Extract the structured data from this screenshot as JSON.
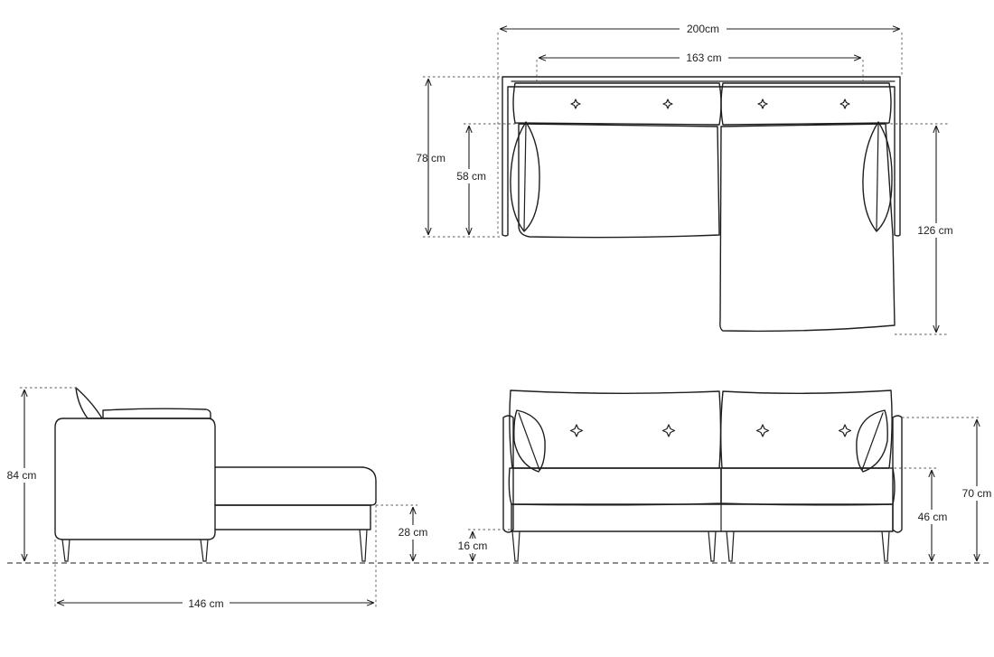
{
  "dimensions": {
    "top_total_width": "200cm",
    "top_seat_width": "163 cm",
    "top_depth": "78 cm",
    "top_seat_depth": "58 cm",
    "top_chaise_depth": "126 cm",
    "side_height": "84 cm",
    "side_seat_height": "28 cm",
    "side_length": "146 cm",
    "front_leg_height": "16 cm",
    "front_seat_height": "46 cm",
    "front_arm_height": "70 cm"
  },
  "icons": {
    "tuft": "sparkle-star-icon",
    "arrowhead": "arrowhead-icon"
  },
  "colors": {
    "line": "#1e1e1e",
    "background": "#ffffff"
  }
}
